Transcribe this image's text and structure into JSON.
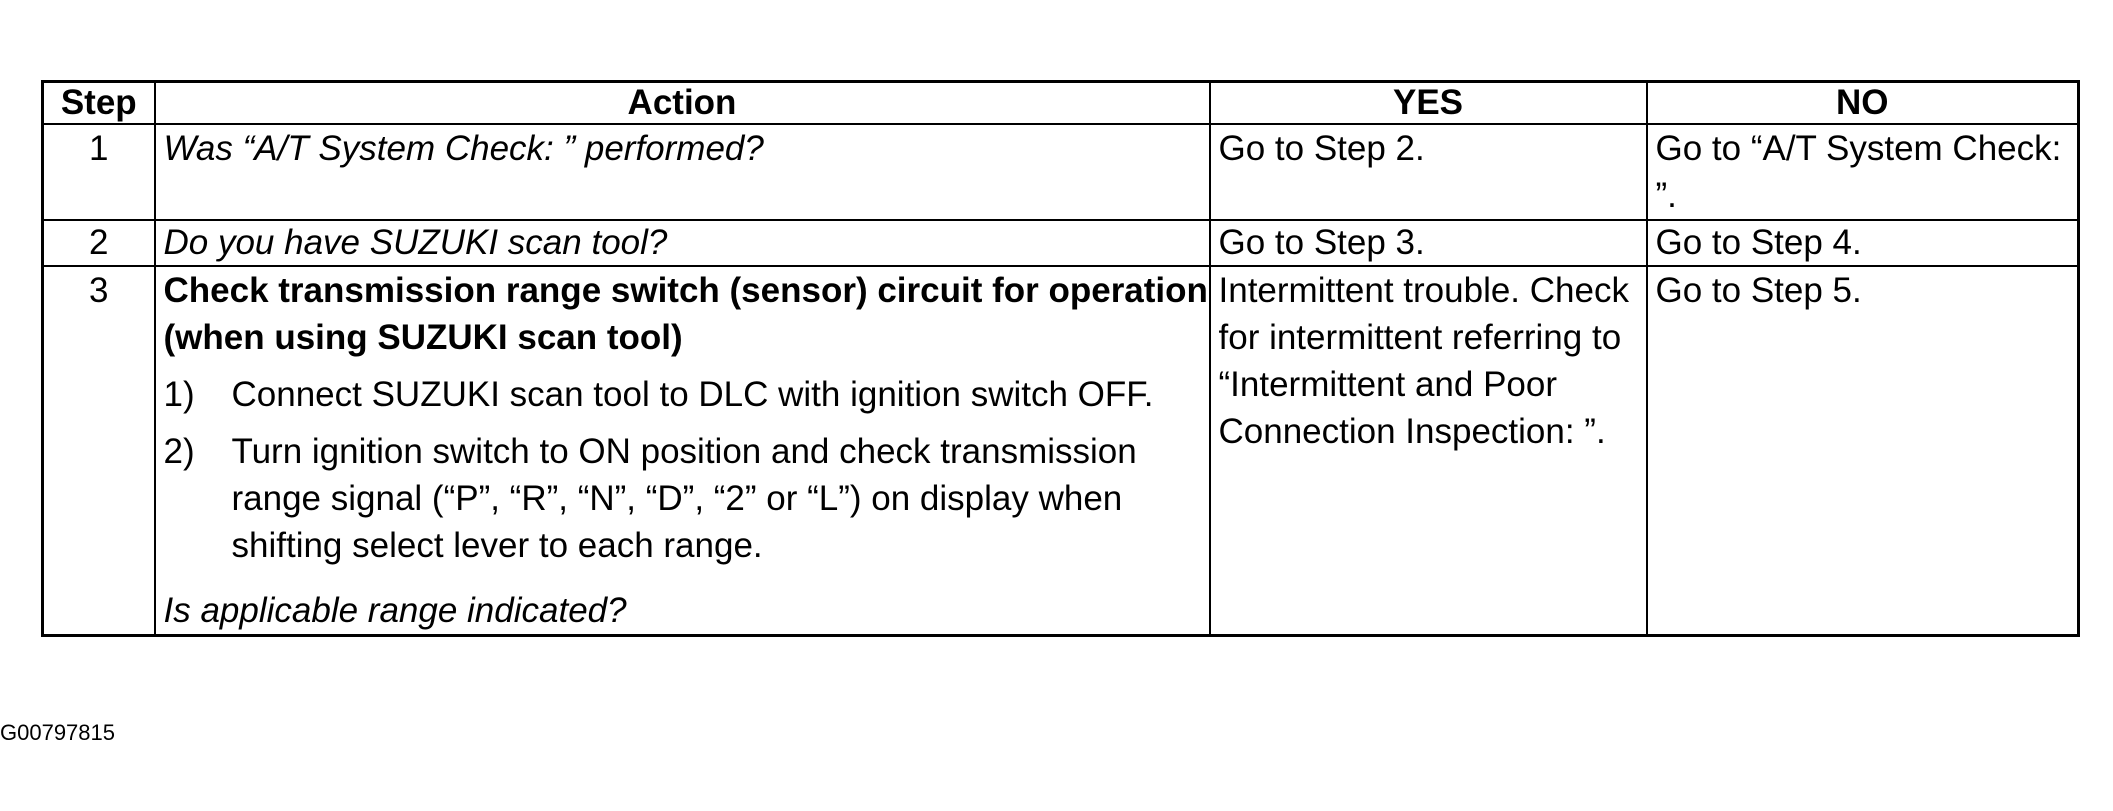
{
  "table": {
    "headers": {
      "step": "Step",
      "action": "Action",
      "yes": "YES",
      "no": "NO"
    },
    "rows": [
      {
        "step": "1",
        "action": "Was “A/T System Check: ” performed?",
        "yes": "Go to Step 2.",
        "no": "Go to “A/T System Check: ”."
      },
      {
        "step": "2",
        "action": "Do you have SUZUKI scan tool?",
        "yes": "Go to Step 3.",
        "no": "Go to Step 4."
      },
      {
        "step": "3",
        "action_title": "Check transmission range switch (sensor) circuit for operation (when using SUZUKI scan tool)",
        "substeps": [
          {
            "num": "1)",
            "text": "Connect SUZUKI scan tool to DLC with ignition switch OFF."
          },
          {
            "num": "2)",
            "text": "Turn ignition switch to ON position and check transmission range signal (“P”, “R”, “N”, “D”, “2” or “L”) on display when shifting select lever to each range."
          }
        ],
        "question": "Is applicable range indicated?",
        "yes": "Intermittent trouble. Check for intermittent referring to “Intermittent and Poor Connection Inspection: ”.",
        "no": "Go to Step 5."
      }
    ]
  },
  "footer": {
    "image_id": "G00797815"
  }
}
